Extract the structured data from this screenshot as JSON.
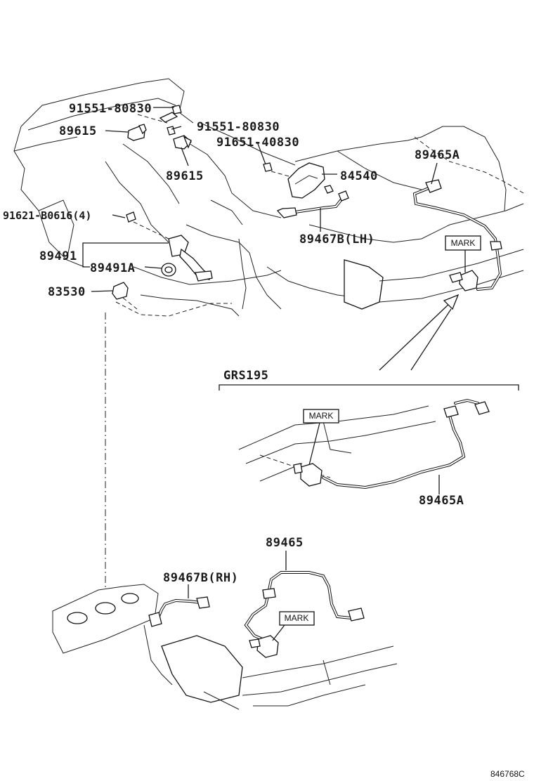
{
  "labels": {
    "bolt_top": "91551-80830",
    "bolt_mid": "91551-80830",
    "bolt_small": "91651-40830",
    "sensor_left": "89615",
    "sensor_mid": "89615",
    "bolt_left": "91621-B0616(4)",
    "bracket": "89491",
    "gasket": "89491A",
    "switch": "83530",
    "sensor_84540": "84540",
    "o2_lh": "89467B(LH)",
    "o2_a_top": "89465A",
    "o2_a_detail": "89465A",
    "o2_rear": "89465",
    "o2_rh": "89467B(RH)"
  },
  "detail": {
    "title": "GRS195"
  },
  "marks": {
    "top": "MARK",
    "detail": "MARK",
    "bottom": "MARK"
  },
  "footer": {
    "code": "846768C"
  }
}
